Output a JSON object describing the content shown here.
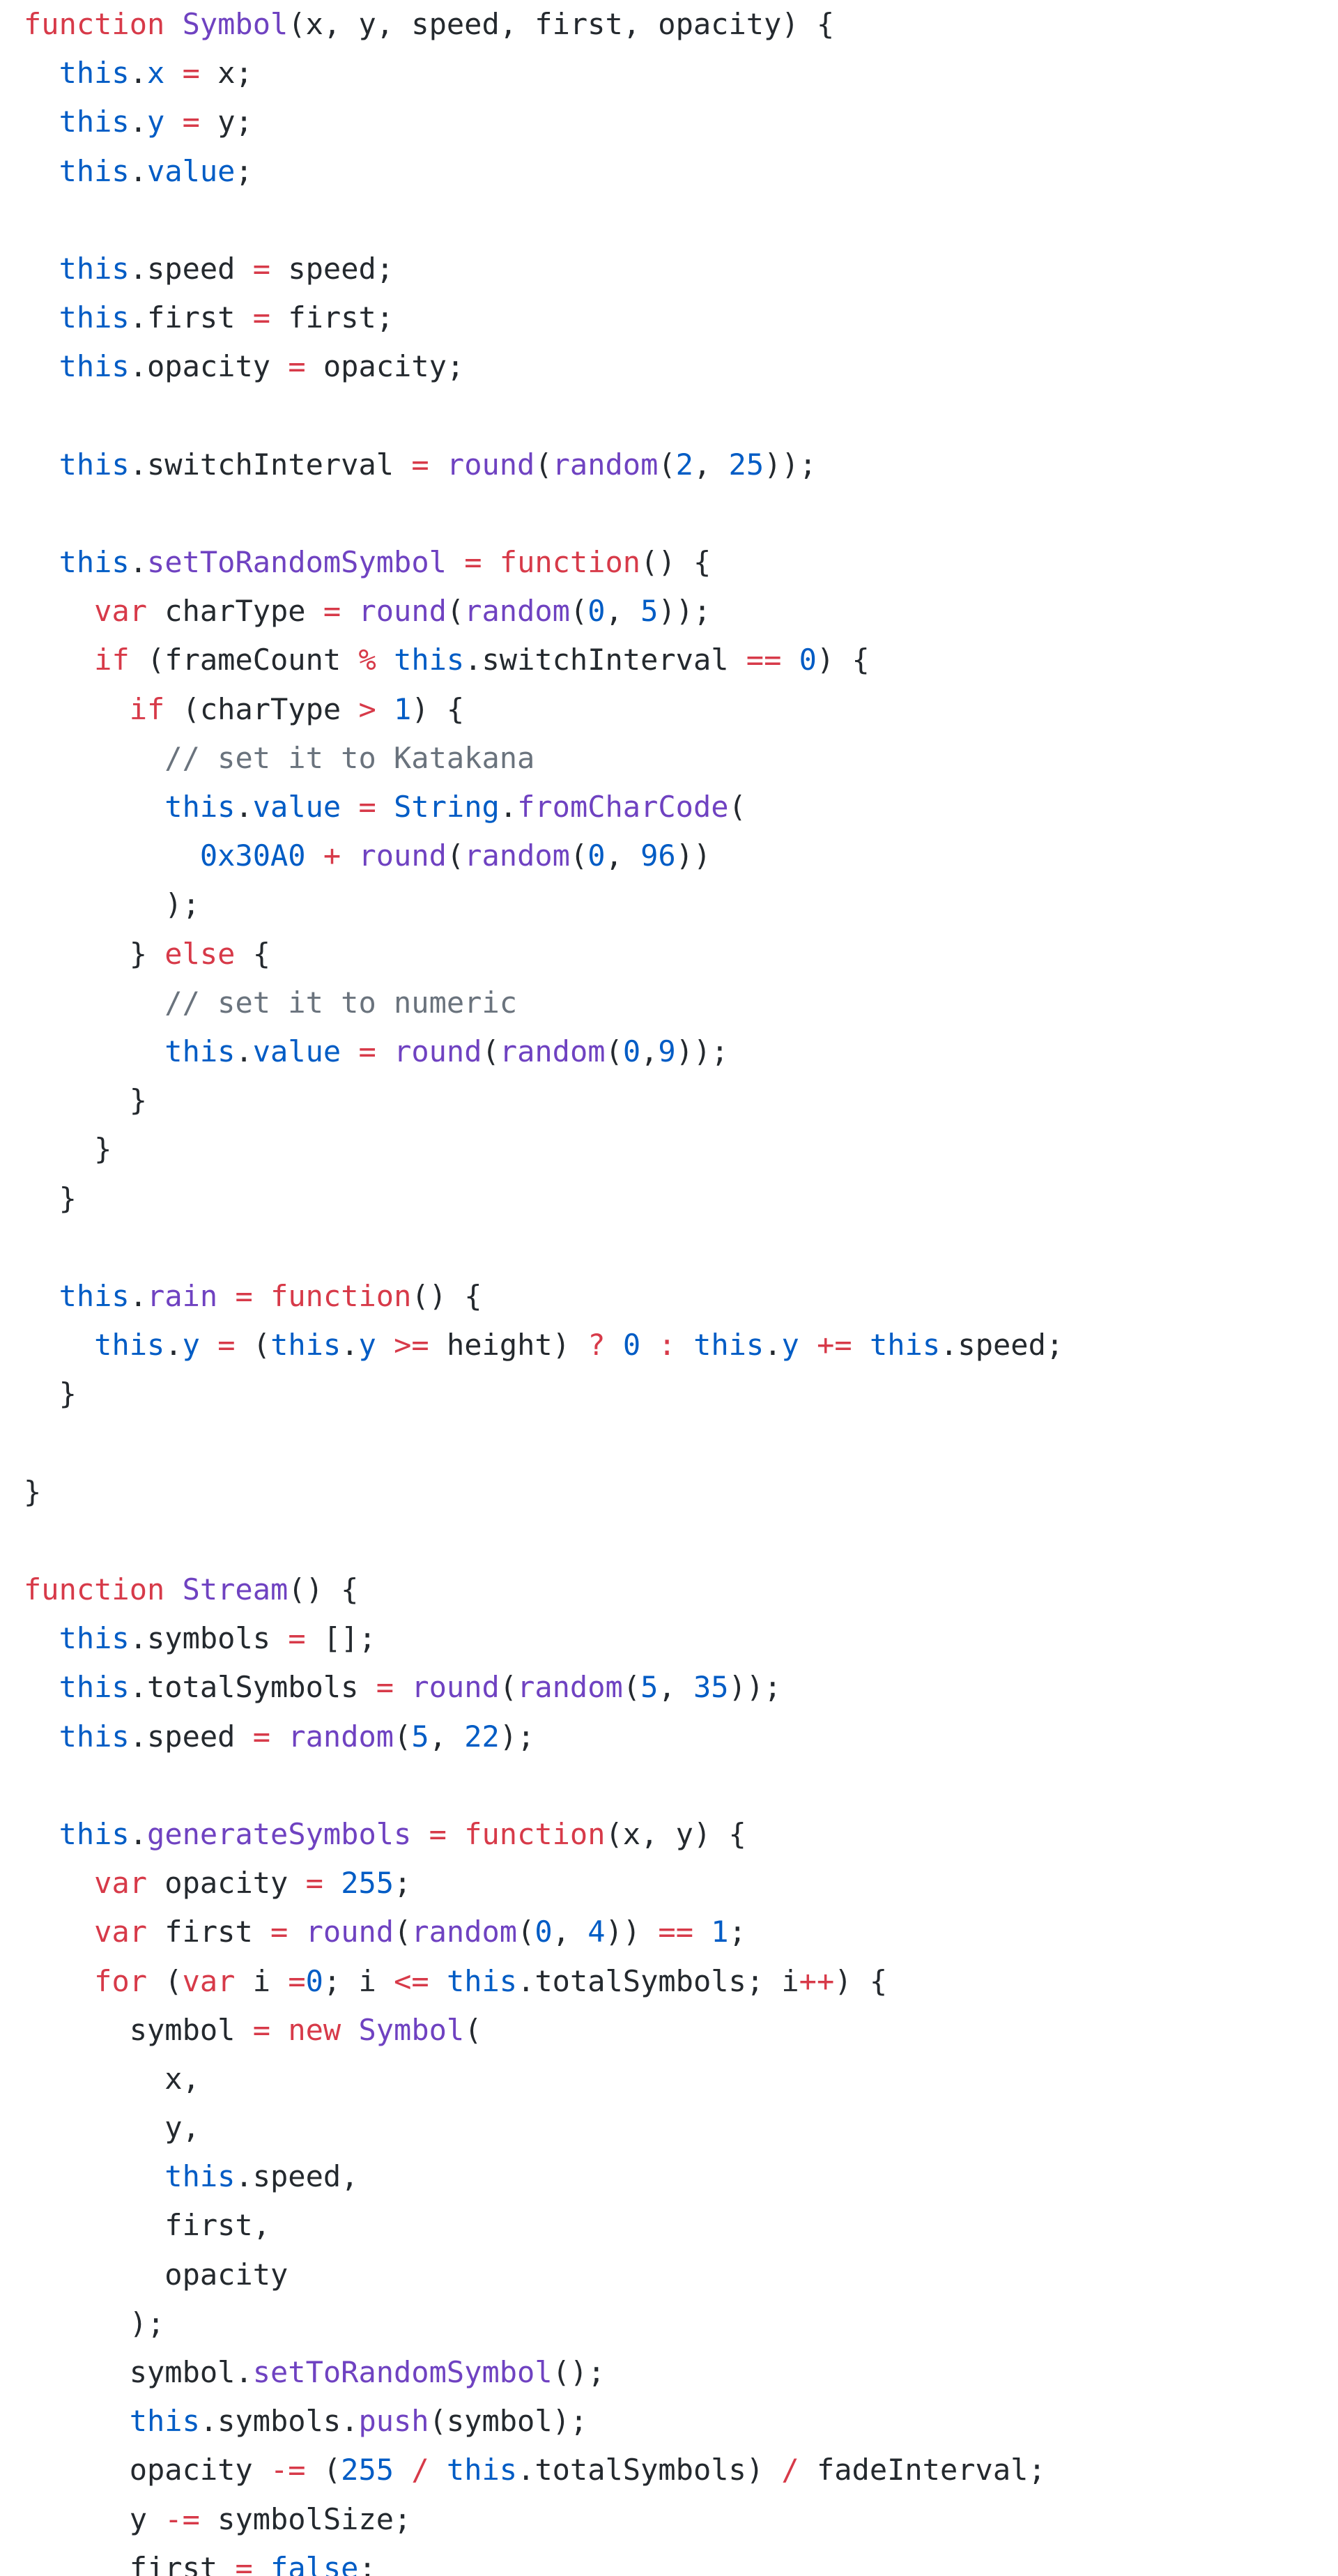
{
  "editor": {
    "colors": {
      "background": "#ffffff",
      "text": "#24292e",
      "kw": "#d73a49",
      "fn": "#6f42c1",
      "cst": "#005cc5",
      "cmt": "#6a737d"
    },
    "lines": [
      [
        [
          "kw",
          "function "
        ],
        [
          "fn",
          "Symbol"
        ],
        [
          "txt",
          "(x, y, speed, first, opacity) {"
        ]
      ],
      [
        [
          "txt",
          "  "
        ],
        [
          "cst",
          "this"
        ],
        [
          "txt",
          "."
        ],
        [
          "cst",
          "x"
        ],
        [
          "txt",
          " "
        ],
        [
          "kw",
          "="
        ],
        [
          "txt",
          " x;"
        ]
      ],
      [
        [
          "txt",
          "  "
        ],
        [
          "cst",
          "this"
        ],
        [
          "txt",
          "."
        ],
        [
          "cst",
          "y"
        ],
        [
          "txt",
          " "
        ],
        [
          "kw",
          "="
        ],
        [
          "txt",
          " y;"
        ]
      ],
      [
        [
          "txt",
          "  "
        ],
        [
          "cst",
          "this"
        ],
        [
          "txt",
          "."
        ],
        [
          "cst",
          "value"
        ],
        [
          "txt",
          ";"
        ]
      ],
      [],
      [
        [
          "txt",
          "  "
        ],
        [
          "cst",
          "this"
        ],
        [
          "txt",
          ".speed "
        ],
        [
          "kw",
          "="
        ],
        [
          "txt",
          " speed;"
        ]
      ],
      [
        [
          "txt",
          "  "
        ],
        [
          "cst",
          "this"
        ],
        [
          "txt",
          ".first "
        ],
        [
          "kw",
          "="
        ],
        [
          "txt",
          " first;"
        ]
      ],
      [
        [
          "txt",
          "  "
        ],
        [
          "cst",
          "this"
        ],
        [
          "txt",
          ".opacity "
        ],
        [
          "kw",
          "="
        ],
        [
          "txt",
          " opacity;"
        ]
      ],
      [],
      [
        [
          "txt",
          "  "
        ],
        [
          "cst",
          "this"
        ],
        [
          "txt",
          ".switchInterval "
        ],
        [
          "kw",
          "="
        ],
        [
          "txt",
          " "
        ],
        [
          "fn",
          "round"
        ],
        [
          "txt",
          "("
        ],
        [
          "fn",
          "random"
        ],
        [
          "txt",
          "("
        ],
        [
          "cst",
          "2"
        ],
        [
          "txt",
          ", "
        ],
        [
          "cst",
          "25"
        ],
        [
          "txt",
          "));"
        ]
      ],
      [],
      [
        [
          "txt",
          "  "
        ],
        [
          "cst",
          "this"
        ],
        [
          "txt",
          "."
        ],
        [
          "fn",
          "setToRandomSymbol"
        ],
        [
          "txt",
          " "
        ],
        [
          "kw",
          "="
        ],
        [
          "txt",
          " "
        ],
        [
          "kw",
          "function"
        ],
        [
          "txt",
          "() {"
        ]
      ],
      [
        [
          "txt",
          "    "
        ],
        [
          "kw",
          "var"
        ],
        [
          "txt",
          " charType "
        ],
        [
          "kw",
          "="
        ],
        [
          "txt",
          " "
        ],
        [
          "fn",
          "round"
        ],
        [
          "txt",
          "("
        ],
        [
          "fn",
          "random"
        ],
        [
          "txt",
          "("
        ],
        [
          "cst",
          "0"
        ],
        [
          "txt",
          ", "
        ],
        [
          "cst",
          "5"
        ],
        [
          "txt",
          "));"
        ]
      ],
      [
        [
          "txt",
          "    "
        ],
        [
          "kw",
          "if"
        ],
        [
          "txt",
          " (frameCount "
        ],
        [
          "kw",
          "%"
        ],
        [
          "txt",
          " "
        ],
        [
          "cst",
          "this"
        ],
        [
          "txt",
          ".switchInterval "
        ],
        [
          "kw",
          "=="
        ],
        [
          "txt",
          " "
        ],
        [
          "cst",
          "0"
        ],
        [
          "txt",
          ") {"
        ]
      ],
      [
        [
          "txt",
          "      "
        ],
        [
          "kw",
          "if"
        ],
        [
          "txt",
          " (charType "
        ],
        [
          "kw",
          ">"
        ],
        [
          "txt",
          " "
        ],
        [
          "cst",
          "1"
        ],
        [
          "txt",
          ") {"
        ]
      ],
      [
        [
          "txt",
          "        "
        ],
        [
          "cmt",
          "// set it to Katakana"
        ]
      ],
      [
        [
          "txt",
          "        "
        ],
        [
          "cst",
          "this"
        ],
        [
          "txt",
          "."
        ],
        [
          "cst",
          "value"
        ],
        [
          "txt",
          " "
        ],
        [
          "kw",
          "="
        ],
        [
          "txt",
          " "
        ],
        [
          "cst",
          "String"
        ],
        [
          "txt",
          "."
        ],
        [
          "fn",
          "fromCharCode"
        ],
        [
          "txt",
          "("
        ]
      ],
      [
        [
          "txt",
          "          "
        ],
        [
          "cst",
          "0x30A0"
        ],
        [
          "txt",
          " "
        ],
        [
          "kw",
          "+"
        ],
        [
          "txt",
          " "
        ],
        [
          "fn",
          "round"
        ],
        [
          "txt",
          "("
        ],
        [
          "fn",
          "random"
        ],
        [
          "txt",
          "("
        ],
        [
          "cst",
          "0"
        ],
        [
          "txt",
          ", "
        ],
        [
          "cst",
          "96"
        ],
        [
          "txt",
          "))"
        ]
      ],
      [
        [
          "txt",
          "        );"
        ]
      ],
      [
        [
          "txt",
          "      } "
        ],
        [
          "kw",
          "else"
        ],
        [
          "txt",
          " {"
        ]
      ],
      [
        [
          "txt",
          "        "
        ],
        [
          "cmt",
          "// set it to numeric"
        ]
      ],
      [
        [
          "txt",
          "        "
        ],
        [
          "cst",
          "this"
        ],
        [
          "txt",
          "."
        ],
        [
          "cst",
          "value"
        ],
        [
          "txt",
          " "
        ],
        [
          "kw",
          "="
        ],
        [
          "txt",
          " "
        ],
        [
          "fn",
          "round"
        ],
        [
          "txt",
          "("
        ],
        [
          "fn",
          "random"
        ],
        [
          "txt",
          "("
        ],
        [
          "cst",
          "0"
        ],
        [
          "txt",
          ","
        ],
        [
          "cst",
          "9"
        ],
        [
          "txt",
          "));"
        ]
      ],
      [
        [
          "txt",
          "      }"
        ]
      ],
      [
        [
          "txt",
          "    }"
        ]
      ],
      [
        [
          "txt",
          "  }"
        ]
      ],
      [],
      [
        [
          "txt",
          "  "
        ],
        [
          "cst",
          "this"
        ],
        [
          "txt",
          "."
        ],
        [
          "fn",
          "rain"
        ],
        [
          "txt",
          " "
        ],
        [
          "kw",
          "="
        ],
        [
          "txt",
          " "
        ],
        [
          "kw",
          "function"
        ],
        [
          "txt",
          "() {"
        ]
      ],
      [
        [
          "txt",
          "    "
        ],
        [
          "cst",
          "this"
        ],
        [
          "txt",
          "."
        ],
        [
          "cst",
          "y"
        ],
        [
          "txt",
          " "
        ],
        [
          "kw",
          "="
        ],
        [
          "txt",
          " ("
        ],
        [
          "cst",
          "this"
        ],
        [
          "txt",
          "."
        ],
        [
          "cst",
          "y"
        ],
        [
          "txt",
          " "
        ],
        [
          "kw",
          ">="
        ],
        [
          "txt",
          " height) "
        ],
        [
          "kw",
          "?"
        ],
        [
          "txt",
          " "
        ],
        [
          "cst",
          "0"
        ],
        [
          "txt",
          " "
        ],
        [
          "kw",
          ":"
        ],
        [
          "txt",
          " "
        ],
        [
          "cst",
          "this"
        ],
        [
          "txt",
          "."
        ],
        [
          "cst",
          "y"
        ],
        [
          "txt",
          " "
        ],
        [
          "kw",
          "+="
        ],
        [
          "txt",
          " "
        ],
        [
          "cst",
          "this"
        ],
        [
          "txt",
          ".speed;"
        ]
      ],
      [
        [
          "txt",
          "  }"
        ]
      ],
      [],
      [
        [
          "txt",
          "}"
        ]
      ],
      [],
      [
        [
          "kw",
          "function "
        ],
        [
          "fn",
          "Stream"
        ],
        [
          "txt",
          "() {"
        ]
      ],
      [
        [
          "txt",
          "  "
        ],
        [
          "cst",
          "this"
        ],
        [
          "txt",
          ".symbols "
        ],
        [
          "kw",
          "="
        ],
        [
          "txt",
          " [];"
        ]
      ],
      [
        [
          "txt",
          "  "
        ],
        [
          "cst",
          "this"
        ],
        [
          "txt",
          ".totalSymbols "
        ],
        [
          "kw",
          "="
        ],
        [
          "txt",
          " "
        ],
        [
          "fn",
          "round"
        ],
        [
          "txt",
          "("
        ],
        [
          "fn",
          "random"
        ],
        [
          "txt",
          "("
        ],
        [
          "cst",
          "5"
        ],
        [
          "txt",
          ", "
        ],
        [
          "cst",
          "35"
        ],
        [
          "txt",
          "));"
        ]
      ],
      [
        [
          "txt",
          "  "
        ],
        [
          "cst",
          "this"
        ],
        [
          "txt",
          ".speed "
        ],
        [
          "kw",
          "="
        ],
        [
          "txt",
          " "
        ],
        [
          "fn",
          "random"
        ],
        [
          "txt",
          "("
        ],
        [
          "cst",
          "5"
        ],
        [
          "txt",
          ", "
        ],
        [
          "cst",
          "22"
        ],
        [
          "txt",
          ");"
        ]
      ],
      [],
      [
        [
          "txt",
          "  "
        ],
        [
          "cst",
          "this"
        ],
        [
          "txt",
          "."
        ],
        [
          "fn",
          "generateSymbols"
        ],
        [
          "txt",
          " "
        ],
        [
          "kw",
          "="
        ],
        [
          "txt",
          " "
        ],
        [
          "kw",
          "function"
        ],
        [
          "txt",
          "(x, y) {"
        ]
      ],
      [
        [
          "txt",
          "    "
        ],
        [
          "kw",
          "var"
        ],
        [
          "txt",
          " opacity "
        ],
        [
          "kw",
          "="
        ],
        [
          "txt",
          " "
        ],
        [
          "cst",
          "255"
        ],
        [
          "txt",
          ";"
        ]
      ],
      [
        [
          "txt",
          "    "
        ],
        [
          "kw",
          "var"
        ],
        [
          "txt",
          " first "
        ],
        [
          "kw",
          "="
        ],
        [
          "txt",
          " "
        ],
        [
          "fn",
          "round"
        ],
        [
          "txt",
          "("
        ],
        [
          "fn",
          "random"
        ],
        [
          "txt",
          "("
        ],
        [
          "cst",
          "0"
        ],
        [
          "txt",
          ", "
        ],
        [
          "cst",
          "4"
        ],
        [
          "txt",
          "))"
        ],
        [
          "txt",
          " "
        ],
        [
          "kw",
          "=="
        ],
        [
          "txt",
          " "
        ],
        [
          "cst",
          "1"
        ],
        [
          "txt",
          ";"
        ]
      ],
      [
        [
          "txt",
          "    "
        ],
        [
          "kw",
          "for"
        ],
        [
          "txt",
          " ("
        ],
        [
          "kw",
          "var"
        ],
        [
          "txt",
          " i "
        ],
        [
          "kw",
          "="
        ],
        [
          "cst",
          "0"
        ],
        [
          "txt",
          "; i "
        ],
        [
          "kw",
          "<="
        ],
        [
          "txt",
          " "
        ],
        [
          "cst",
          "this"
        ],
        [
          "txt",
          ".totalSymbols; i"
        ],
        [
          "kw",
          "++"
        ],
        [
          "txt",
          ") {"
        ]
      ],
      [
        [
          "txt",
          "      symbol "
        ],
        [
          "kw",
          "="
        ],
        [
          "txt",
          " "
        ],
        [
          "kw",
          "new"
        ],
        [
          "txt",
          " "
        ],
        [
          "fn",
          "Symbol"
        ],
        [
          "txt",
          "("
        ]
      ],
      [
        [
          "txt",
          "        x,"
        ]
      ],
      [
        [
          "txt",
          "        y,"
        ]
      ],
      [
        [
          "txt",
          "        "
        ],
        [
          "cst",
          "this"
        ],
        [
          "txt",
          ".speed,"
        ]
      ],
      [
        [
          "txt",
          "        first,"
        ]
      ],
      [
        [
          "txt",
          "        opacity"
        ]
      ],
      [
        [
          "txt",
          "      );"
        ]
      ],
      [
        [
          "txt",
          "      symbol."
        ],
        [
          "fn",
          "setToRandomSymbol"
        ],
        [
          "txt",
          "();"
        ]
      ],
      [
        [
          "txt",
          "      "
        ],
        [
          "cst",
          "this"
        ],
        [
          "txt",
          ".symbols."
        ],
        [
          "fn",
          "push"
        ],
        [
          "txt",
          "(symbol);"
        ]
      ],
      [
        [
          "txt",
          "      opacity "
        ],
        [
          "kw",
          "-="
        ],
        [
          "txt",
          " ("
        ],
        [
          "cst",
          "255"
        ],
        [
          "txt",
          " "
        ],
        [
          "kw",
          "/"
        ],
        [
          "txt",
          " "
        ],
        [
          "cst",
          "this"
        ],
        [
          "txt",
          ".totalSymbols) "
        ],
        [
          "kw",
          "/"
        ],
        [
          "txt",
          " fadeInterval;"
        ]
      ],
      [
        [
          "txt",
          "      y "
        ],
        [
          "kw",
          "-="
        ],
        [
          "txt",
          " symbolSize;"
        ]
      ],
      [
        [
          "txt",
          "      first "
        ],
        [
          "kw",
          "="
        ],
        [
          "txt",
          " "
        ],
        [
          "cst",
          "false"
        ],
        [
          "txt",
          ";"
        ]
      ]
    ]
  }
}
